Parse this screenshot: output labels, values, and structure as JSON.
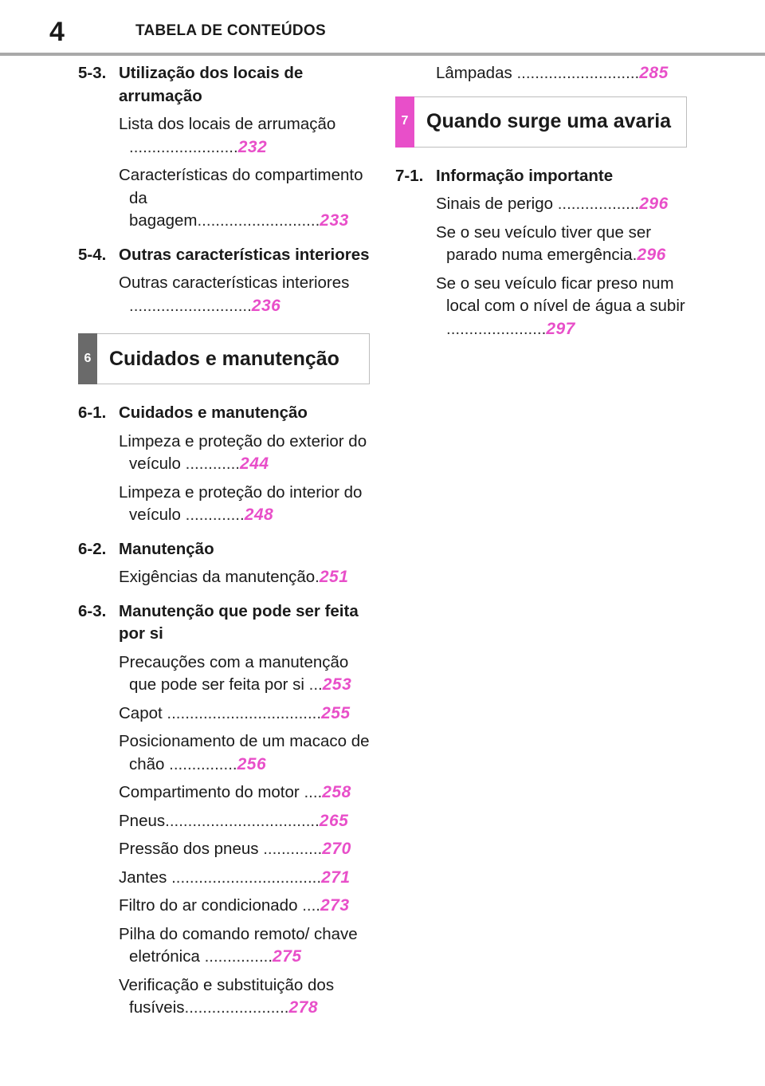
{
  "header": {
    "page_number": "4",
    "title": "TABELA DE CONTEÚDOS"
  },
  "colors": {
    "page_ref": "#e84fc9",
    "chapter6_tab": "#6a6a6a",
    "chapter7_tab": "#e84fc9",
    "header_rule": "#a9a9a9"
  },
  "left": {
    "s53": {
      "num": "5-3.",
      "title": "Utilização dos locais de arrumação",
      "e1": {
        "text": "Lista dos locais de arrumação ",
        "leader": "........................",
        "page": "232"
      },
      "e2": {
        "text": "Características do compartimento da bagagem",
        "leader": "...........................",
        "page": "233"
      }
    },
    "s54": {
      "num": "5-4.",
      "title": "Outras características interiores",
      "e1": {
        "text": "Outras características interiores ",
        "leader": "...........................",
        "page": "236"
      }
    },
    "ch6": {
      "num": "6",
      "title": "Cuidados e manutenção"
    },
    "s61": {
      "num": "6-1.",
      "title": "Cuidados e manutenção",
      "e1": {
        "text": "Limpeza e proteção do exterior do veículo ",
        "leader": "............",
        "page": "244"
      },
      "e2": {
        "text": "Limpeza e proteção do interior do veículo ",
        "leader": ".............",
        "page": "248"
      }
    },
    "s62": {
      "num": "6-2.",
      "title": "Manutenção",
      "e1": {
        "text": "Exigências da manutenção",
        "leader": ".",
        "page": "251"
      }
    },
    "s63": {
      "num": "6-3.",
      "title": "Manutenção que pode ser feita por si",
      "e1": {
        "text": "Precauções com a manutenção que pode ser feita por si ",
        "leader": "...",
        "page": "253"
      },
      "e2": {
        "text": "Capot ",
        "leader": "..................................",
        "page": "255"
      },
      "e3": {
        "text": "Posicionamento de um macaco de chão ",
        "leader": "...............",
        "page": "256"
      },
      "e4": {
        "text": "Compartimento do motor ",
        "leader": "....",
        "page": "258"
      },
      "e5": {
        "text": "Pneus",
        "leader": "..................................",
        "page": "265"
      },
      "e6": {
        "text": "Pressão dos pneus ",
        "leader": ".............",
        "page": "270"
      },
      "e7": {
        "text": "Jantes ",
        "leader": ".................................",
        "page": "271"
      },
      "e8": {
        "text": "Filtro do ar condicionado ",
        "leader": "....",
        "page": "273"
      },
      "e9": {
        "text": "Pilha do comando remoto/ chave eletrónica ",
        "leader": "...............",
        "page": "275"
      },
      "e10": {
        "text": "Verificação e substituição dos fusíveis",
        "leader": ".......................",
        "page": "278"
      }
    }
  },
  "right": {
    "cont": {
      "text": "Lâmpadas ",
      "leader": "...........................",
      "page": "285"
    },
    "ch7": {
      "num": "7",
      "title": "Quando surge uma avaria"
    },
    "s71": {
      "num": "7-1.",
      "title": "Informação importante",
      "e1": {
        "text": "Sinais de perigo ",
        "leader": "..................",
        "page": "296"
      },
      "e2": {
        "text": "Se o seu veículo tiver que ser parado numa emergência",
        "leader": ".",
        "page": "296"
      },
      "e3": {
        "text": "Se o seu veículo ficar preso num local com o nível de água a subir ",
        "leader": "......................",
        "page": "297"
      }
    }
  }
}
